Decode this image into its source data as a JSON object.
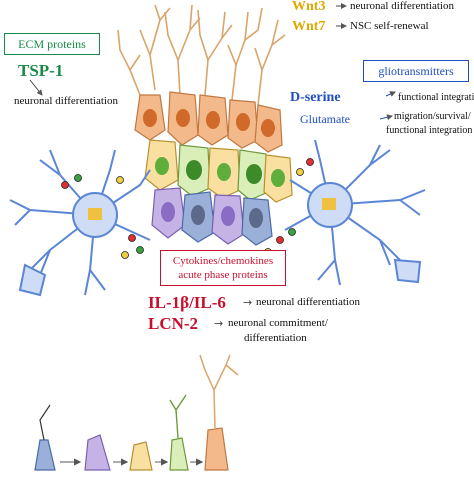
{
  "ecm": {
    "header": "ECM proteins",
    "factor": "TSP-1",
    "effect": "neuronal differentiation"
  },
  "wnt": [
    {
      "factor": "Wnt3",
      "effect": "neuronal differentiation"
    },
    {
      "factor": "Wnt7",
      "effect": "NSC self-renewal"
    }
  ],
  "glio": {
    "header": "gliotransmitters",
    "dserine": {
      "factor": "D-serine",
      "effect": "functional integration"
    },
    "glutamate": {
      "factor": "Glutamate",
      "effect_line1": "migration/survival/",
      "effect_line2": "functional integration"
    }
  },
  "cytokines": {
    "box_line1": "Cytokines/chemokines",
    "box_line2": "acute phase proteins",
    "il": {
      "factor": "IL-1β/IL-6",
      "effect": "neuronal differentiation"
    },
    "lcn": {
      "factor": "LCN-2",
      "effect_line1": "neuronal commitment/",
      "effect_line2": "differentiation"
    }
  },
  "colors": {
    "ecm_green": "#1a8a4a",
    "wnt_gold": "#e0a800",
    "glio_blue": "#1f4fbf",
    "cytokine_red": "#c8102e",
    "astro_blue": "#5b86d6",
    "neuron_orange": "#e89a5a",
    "prog_purple": "#b49ad8",
    "green_cell": "#5fae3b"
  }
}
